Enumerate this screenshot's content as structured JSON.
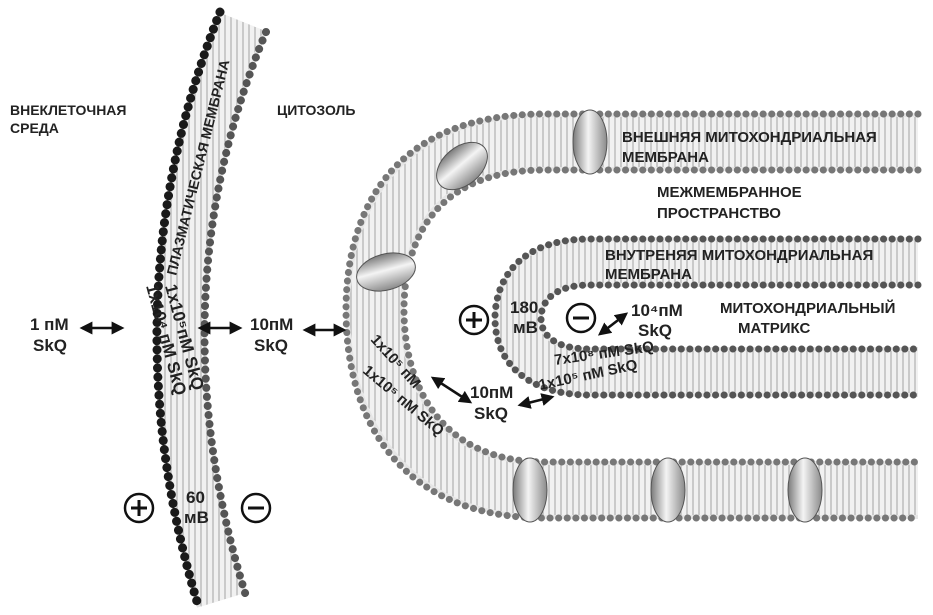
{
  "labels": {
    "extracellular": [
      "ВНЕКЛЕТОЧНАЯ",
      "СРЕДА"
    ],
    "cytosol": "ЦИТОЗОЛЬ",
    "plasma_membrane": "ПЛАЗМАТИЧЕСКАЯ МЕМБРАНА",
    "outer_membrane": [
      "ВНЕШНЯЯ МИТОХОНДРИАЛЬНАЯ",
      "МЕМБРАНА"
    ],
    "intermembrane": [
      "МЕЖМЕМБРАННОЕ",
      "ПРОСТРАНСТВО"
    ],
    "inner_membrane": [
      "ВНУТРЕНЯЯ МИТОХОНДРИАЛЬНАЯ",
      "МЕМБРАНА"
    ],
    "matrix": [
      "МИТОХОНДРИАЛЬНЫЙ",
      "МАТРИКС"
    ]
  },
  "concentrations": {
    "outside": [
      "1 пМ",
      "SkQ"
    ],
    "cytosol": [
      "10пМ",
      "SkQ"
    ],
    "intermembrane": [
      "10пМ",
      "SkQ"
    ],
    "matrix": [
      "10⁴пМ",
      "SkQ"
    ],
    "plasma_in_1": "1x10⁵пМ SkQ",
    "plasma_in_2": "1x10⁴ пМ SkQ",
    "outer_in_1": "1x10⁵ пМ",
    "outer_in_2": "1x10⁵ пМ SkQ",
    "inner_in_1": "7x10⁸ пМ SkQ",
    "inner_in_2": "1x10⁵ пМ SkQ"
  },
  "potentials": {
    "plasma": [
      "60",
      "мВ"
    ],
    "mito": [
      "180",
      "мВ"
    ]
  },
  "signs": {
    "plus": "+",
    "minus": "−"
  }
}
